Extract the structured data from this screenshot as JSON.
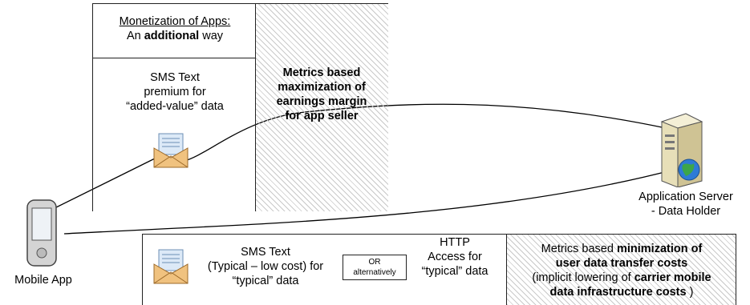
{
  "top_panel": {
    "header_line1": "Monetization of Apps:",
    "header_line2_pre": "An ",
    "header_line2_bold": "additional",
    "header_line2_post": " way",
    "sms_line1": "SMS Text",
    "sms_line2": "premium for",
    "sms_line3": "“added-value” data",
    "metrics_line1": "Metrics based",
    "metrics_line2": "maximization of",
    "metrics_line3": "earnings margin",
    "metrics_line4": "for app seller"
  },
  "server": {
    "label_line1": "Application Server",
    "label_line2": "- Data Holder"
  },
  "mobile": {
    "label": "Mobile App"
  },
  "bottom_panel": {
    "sms_line1": "SMS Text",
    "sms_line2": "(Typical – low cost) for",
    "sms_line3": "“typical” data",
    "or_line1": "OR",
    "or_line2": "alternatively",
    "http_line1": "HTTP",
    "http_line2": "Access for",
    "http_line3": "“typical” data",
    "metrics_line1_pre": "Metrics based ",
    "metrics_line1_bold": "minimization of",
    "metrics_line2": "user data transfer costs",
    "metrics_line3_pre": "(implicit lowering of  ",
    "metrics_line3_bold": "carrier mobile",
    "metrics_line4_bold": "data infrastructure costs",
    "metrics_line4_post": " )"
  }
}
